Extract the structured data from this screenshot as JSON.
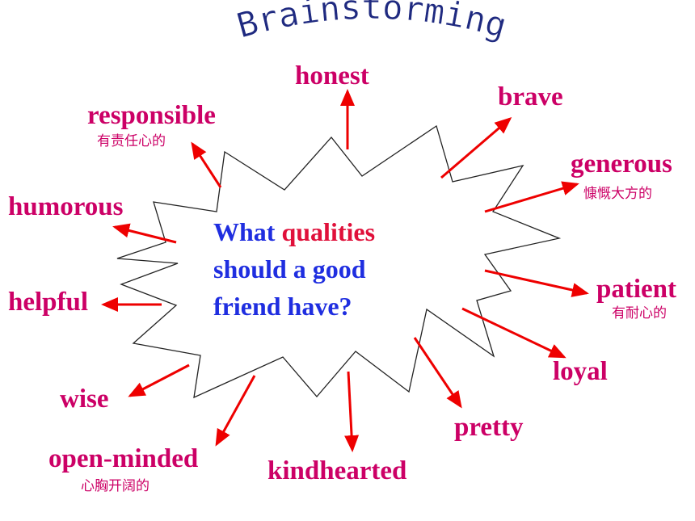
{
  "title": "Brainstorming",
  "question": {
    "part1": "What ",
    "highlight": "qualities",
    "line2": "should a good",
    "line3": "friend have?"
  },
  "qualities": {
    "honest": "honest",
    "brave": "brave",
    "responsible": "responsible",
    "responsible_cn": "有责任心的",
    "generous": "generous",
    "generous_cn": "慷慨大方的",
    "humorous": "humorous",
    "helpful": "helpful",
    "patient": "patient",
    "patient_cn": "有耐心的",
    "loyal": "loyal",
    "wise": "wise",
    "pretty": "pretty",
    "open_minded": "open-minded",
    "open_minded_cn": "心胸开阔的",
    "kindhearted": "kindhearted"
  },
  "colors": {
    "title": "#1f2a80",
    "word": "#cc0066",
    "question_text": "#1f2ee0",
    "question_highlight": "#e0103a",
    "arrow": "#ee0000",
    "burst_outline": "#222222"
  }
}
